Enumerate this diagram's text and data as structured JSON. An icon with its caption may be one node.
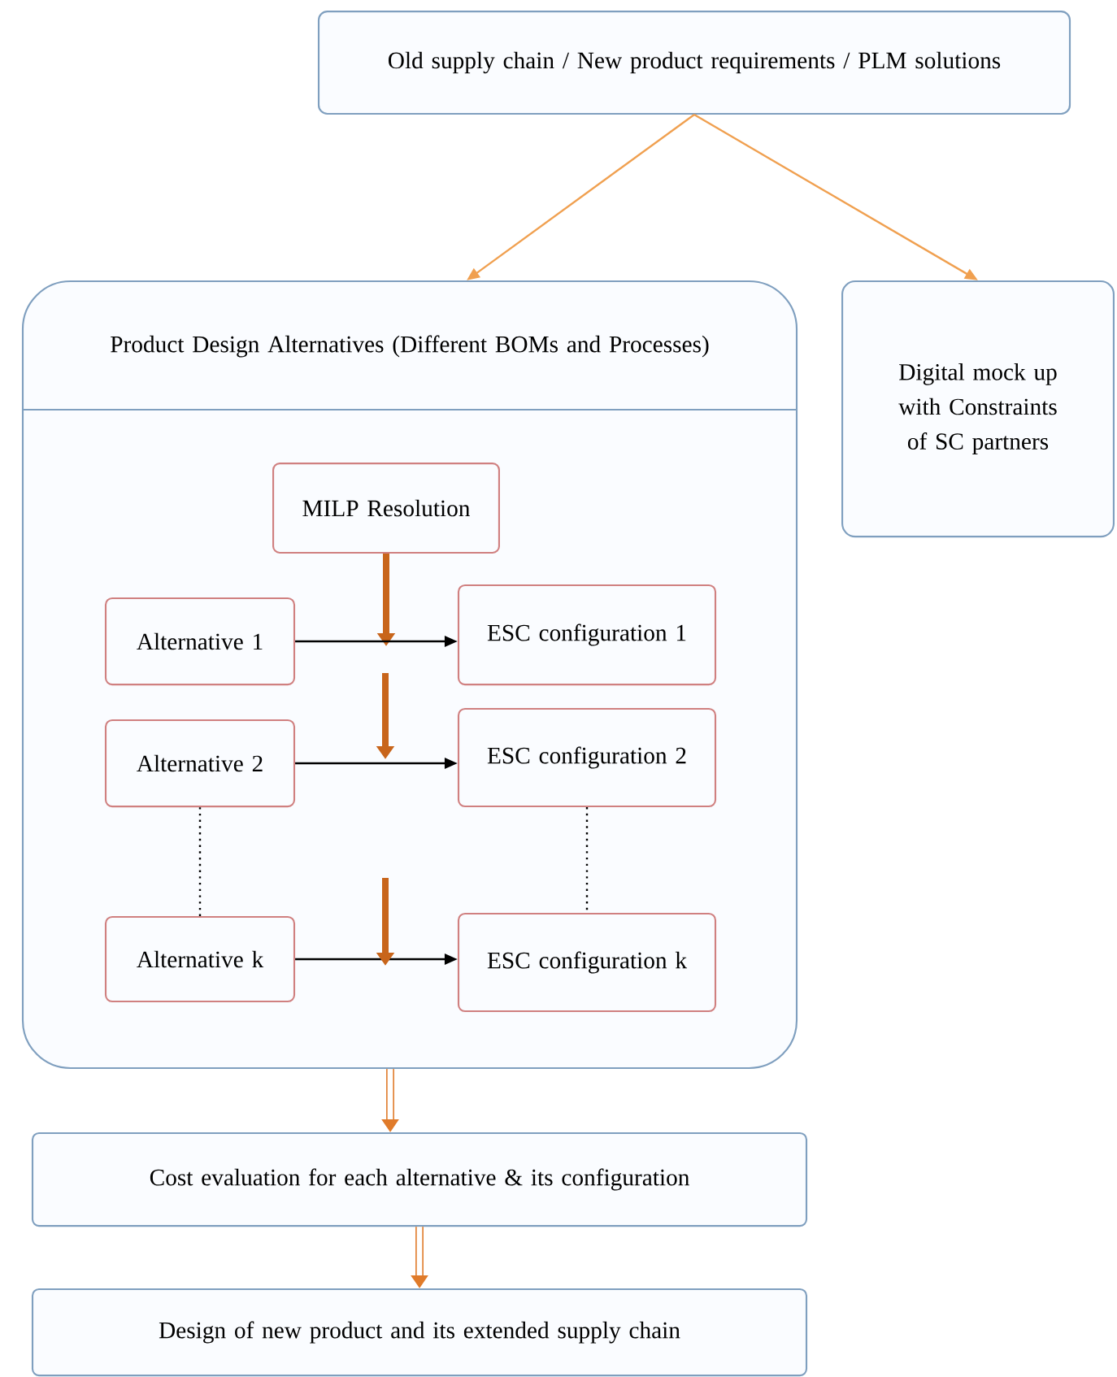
{
  "diagram": {
    "nodes": [
      {
        "text": [
          "Old supply chain / New product requirements / PLM solutions"
        ]
      },
      {
        "text": [
          "Product Design Alternatives (Different BOMs and Processes)"
        ]
      },
      {
        "text": [
          "Digital mock up with Constraints of SC partners"
        ]
      },
      {
        "text": [
          "MILP Resolution"
        ],
        "in": 1
      },
      {
        "text": [
          "Alternative 1"
        ],
        "in": 1
      },
      {
        "text": [
          "ESC configuration 1"
        ],
        "in": 1
      },
      {
        "text": [
          "Alternative 2"
        ],
        "in": 1
      },
      {
        "text": [
          "ESC configuration 2"
        ],
        "in": 1
      },
      {
        "text": [
          "Alternative k"
        ],
        "in": 1
      },
      {
        "text": [
          "ESC configuration k"
        ],
        "in": 1
      },
      {
        "text": [
          "Cost evaluation for each alternative & its configuration"
        ]
      },
      {
        "text": [
          "Design of new product and its extended supply chain"
        ]
      }
    ],
    "edges": [
      {
        "from": 0,
        "to": 1,
        "arrow": "to",
        "color": "#f0a050"
      },
      {
        "from": 0,
        "to": 2,
        "arrow": "to",
        "color": "#f0a050"
      },
      {
        "from": 3,
        "to": null,
        "arrow": "to",
        "style": "thick",
        "color": "#c8651b"
      },
      {
        "from": 4,
        "to": 5,
        "arrow": "to"
      },
      {
        "from": 6,
        "to": 7,
        "arrow": "to"
      },
      {
        "from": 6,
        "to": 8,
        "arrow": "none",
        "style": "dashed"
      },
      {
        "from": 8,
        "to": 9,
        "arrow": "to"
      },
      {
        "from": 7,
        "to": 9,
        "arrow": "none",
        "style": "dashed"
      },
      {
        "from": 1,
        "to": 10,
        "arrow": "to",
        "style": "thick",
        "color": "#e07b2a"
      },
      {
        "from": 10,
        "to": 11,
        "arrow": "to",
        "style": "thick",
        "color": "#e07b2a"
      }
    ]
  }
}
